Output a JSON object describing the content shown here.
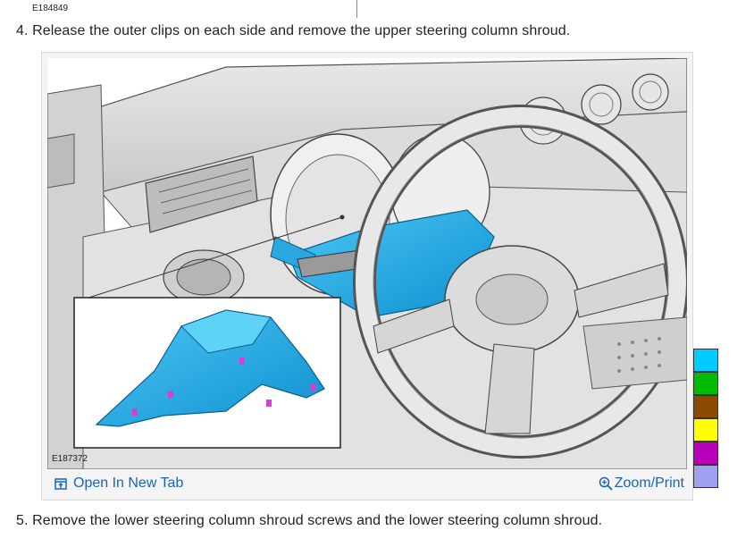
{
  "header": {
    "code": "E184849"
  },
  "steps": {
    "step4": "4. Release the outer clips on each side and remove the upper steering column shroud.",
    "step5": "5. Remove the lower steering column shroud screws and the lower steering column shroud."
  },
  "figure": {
    "code": "E187372",
    "open_tab_label": "Open In New Tab",
    "zoom_print_label": "Zoom/Print",
    "highlight_color": "#1fb0e8",
    "clip_color": "#d63fd0"
  },
  "color_legend": [
    {
      "color": "#00ccff",
      "icon": "color-swatch"
    },
    {
      "color": "#00bb00",
      "icon": "color-swatch"
    },
    {
      "color": "#8b4a00",
      "icon": "color-swatch"
    },
    {
      "color": "#ffff00",
      "icon": "color-swatch"
    },
    {
      "color": "#bb00bb",
      "icon": "color-swatch"
    },
    {
      "color": "#a0a0f0",
      "icon": "color-swatch"
    }
  ]
}
